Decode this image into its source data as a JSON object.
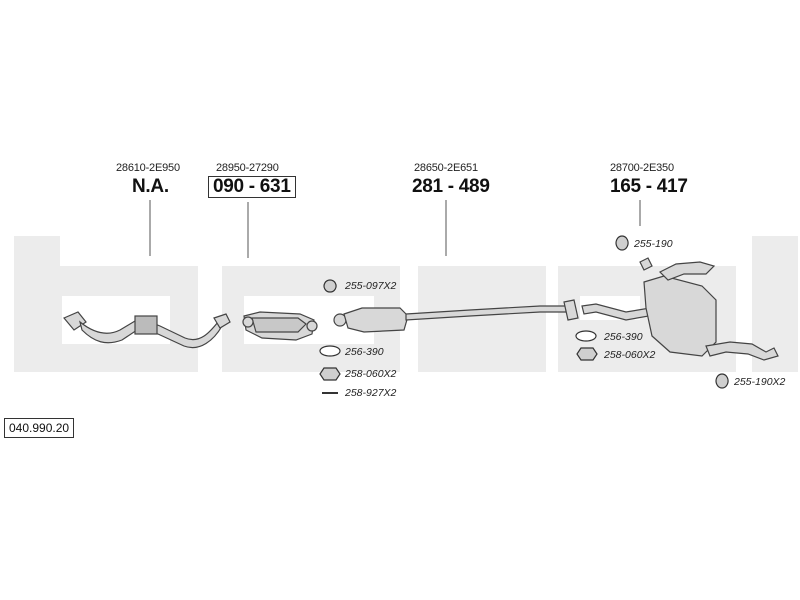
{
  "catalog_number": "040.990.20",
  "sections": [
    {
      "oem": "28610-2E950",
      "label": "N.A.",
      "boxed": false
    },
    {
      "oem": "28950-27290",
      "label": "090 - 631",
      "boxed": true
    },
    {
      "oem": "28650-2E651",
      "label": "281 - 489",
      "boxed": false
    },
    {
      "oem": "28700-2E350",
      "label": "165 - 417",
      "boxed": false
    }
  ],
  "parts": [
    {
      "code": "255-097X2",
      "icon": "rubber-mount-icon"
    },
    {
      "code": "256-390",
      "icon": "gasket-icon"
    },
    {
      "code": "258-060X2",
      "icon": "nut-icon"
    },
    {
      "code": "258-927X2",
      "icon": "bolt-icon"
    },
    {
      "code": "255-190",
      "icon": "rubber-mount-icon"
    },
    {
      "code": "256-390",
      "icon": "gasket-icon"
    },
    {
      "code": "258-060X2",
      "icon": "nut-icon"
    },
    {
      "code": "255-190X2",
      "icon": "rubber-mount-icon"
    }
  ],
  "colors": {
    "watermark": "#ececec",
    "line": "#555555",
    "part_fill": "#d8d8d8"
  }
}
